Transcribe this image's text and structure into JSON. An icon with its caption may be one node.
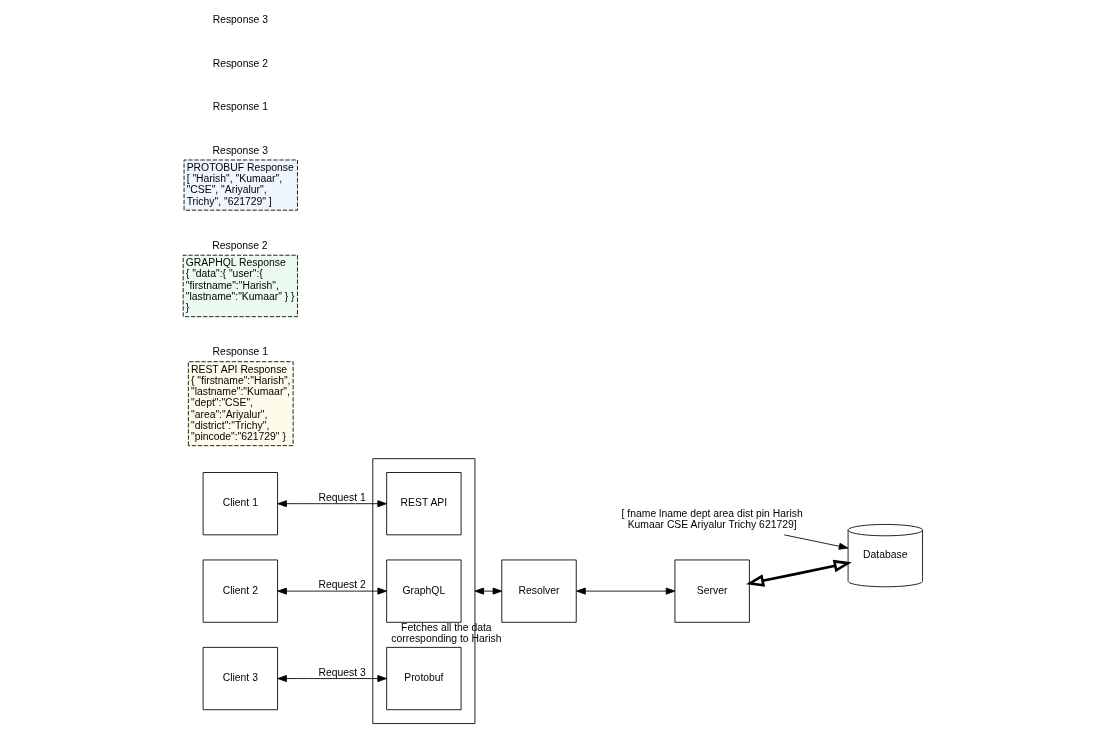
{
  "diagram": {
    "nodes": [
      {
        "text": [],
        "shape": "box"
      },
      {
        "text": [
          "REST API"
        ],
        "in": 0
      },
      {
        "text": [
          "GraphQL"
        ],
        "in": 0
      },
      {
        "text": [
          "Protobuf"
        ],
        "in": 0
      },
      {
        "text": [
          "Client 1"
        ]
      },
      {
        "text": [
          "Client 2"
        ]
      },
      {
        "text": [
          "Client 3"
        ]
      },
      {
        "text": [
          "Resolver"
        ],
        "beside": [
          "Fetches all the data corresponding to Harish"
        ]
      },
      {
        "text": [
          "Server"
        ]
      },
      {
        "text": [
          "Database"
        ]
      },
      {
        "text": [
          "[ fname lname dept area dist pin Harish Kumaar CSE Ariyalur Trichy 621729]"
        ]
      },
      {
        "text": [
          "Response 1",
          "REST API Response",
          "{ \"firstname\":\"Harish\", \"lastname\":\"Kumaar\", \"dept\":\"CSE\", \"area\":\"Ariyalur\", \"district\":\"Trichy\", \"pincode\":\"621729\" }"
        ]
      },
      {
        "text": [
          "Response 2",
          "GRAPHQL Response",
          "{ \"data\":{ \"user\":{ \"firstname\":\"Harish\", \"lastname\":\"Kumaar\" } } }"
        ]
      },
      {
        "text": [
          "Response 3",
          "PROTOBUF Response",
          "[ \"Harish\", \"Kumaar\", \"CSE\", \"Ariyalur\", Trichy\", \"621729\" ]"
        ]
      }
    ],
    "edges": [
      {
        "from": 4,
        "to": 1,
        "arrow": "both",
        "label": "Request 1"
      },
      {
        "from": 5,
        "to": 2,
        "arrow": "both",
        "label": "Request 2"
      },
      {
        "from": 6,
        "to": 3,
        "arrow": "both",
        "label": "Request 3"
      },
      {
        "from": 0,
        "to": 7,
        "arrow": "both"
      },
      {
        "from": 7,
        "to": 8,
        "arrow": "both"
      },
      {
        "from": 8,
        "to": 9,
        "arrow": "both",
        "style": "thick"
      },
      {
        "from": 10,
        "to": 9,
        "arrow": "to"
      }
    ],
    "labels": [
      "Response 1",
      "Response 2",
      "Response 3"
    ]
  }
}
